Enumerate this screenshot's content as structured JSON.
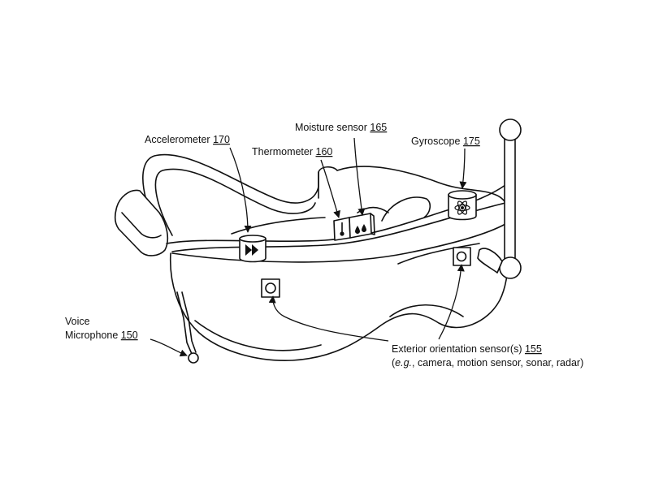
{
  "labels": {
    "accelerometer": {
      "text": "Accelerometer ",
      "num": "170"
    },
    "moisture": {
      "text": "Moisture sensor ",
      "num": "165"
    },
    "thermometer": {
      "text": "Thermometer ",
      "num": "160"
    },
    "gyroscope": {
      "text": "Gyroscope ",
      "num": "175"
    },
    "microphone": {
      "line1": "Voice",
      "line2": "Microphone ",
      "num": "150"
    },
    "exterior": {
      "line1": "Exterior orientation sensor(s) ",
      "num": "155",
      "line2_prefix": "(",
      "line2_em": "e.g.",
      "line2_rest": ", camera, motion sensor, sonar, radar)"
    }
  },
  "icons": [
    "fast-forward-icon",
    "thermometer-icon",
    "droplet-icon",
    "atom-icon",
    "camera-lens-icon"
  ]
}
